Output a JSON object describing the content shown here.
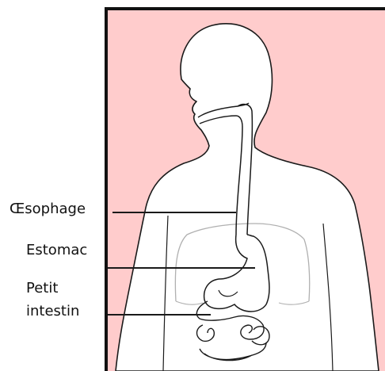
{
  "colors": {
    "background_panel": "#ffcccc",
    "frame": "#111111",
    "body_fill": "#ffffff",
    "body_outline": "#1a1a1a",
    "ribcage": "#b0b0b0",
    "pointer_lines": "#1a1a1a"
  },
  "labels": {
    "oesophage": "Œsophage",
    "estomac": "Estomac",
    "petit_intestin_line1": "Petit",
    "petit_intestin_line2": "intestin"
  }
}
